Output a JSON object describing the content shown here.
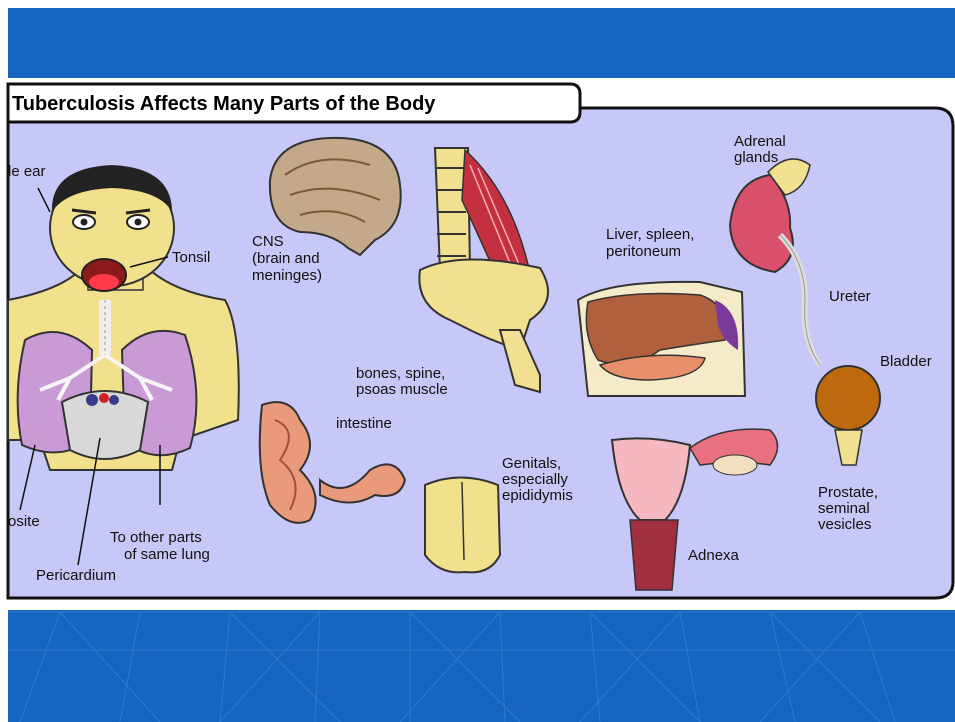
{
  "title": "Tuberculosis Affects Many Parts of the Body",
  "labels": {
    "middle_ear": "le ear",
    "tonsil": "Tonsil",
    "cns": [
      "CNS",
      "(brain and",
      "meninges)"
    ],
    "bones": [
      "bones, spine,",
      "psoas muscle"
    ],
    "liver": [
      "Liver, spleen,",
      "peritoneum"
    ],
    "adrenal": [
      "Adrenal",
      "glands"
    ],
    "ureter": "Ureter",
    "bladder": "Bladder",
    "intestine": "intestine",
    "genitals": [
      "Genitals,",
      "especially",
      "epididymis"
    ],
    "prostate": [
      "Prostate,",
      "seminal",
      "vesicles"
    ],
    "adnexa": "Adnexa",
    "opposite": "osite",
    "other_parts": [
      "To other parts",
      "of same lung"
    ],
    "pericardium": "Pericardium"
  },
  "colors": {
    "slide_blue": "#1565c0",
    "panel_lavender": "#c8c8f8",
    "lung": "#c99ad6",
    "skin": "#f2e18c",
    "kidney": "#d9506a",
    "brain": "#c4a88a",
    "liver": "#b0603c"
  }
}
